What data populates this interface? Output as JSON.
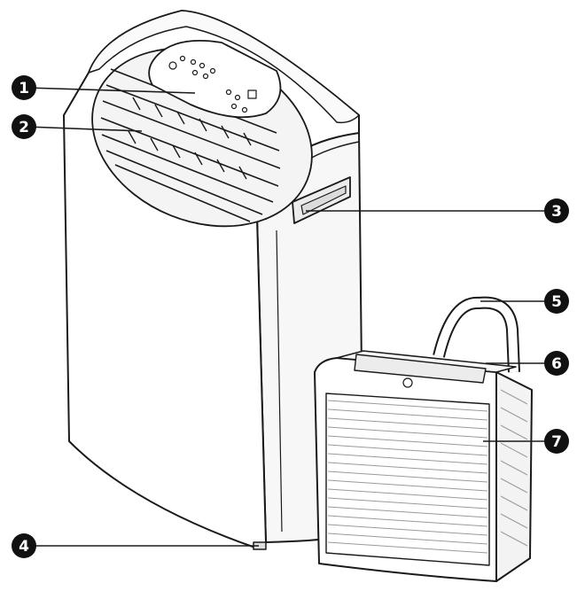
{
  "colors": {
    "line": "#1a1a1a",
    "fill": "#ffffff",
    "callout_fill": "#111111",
    "callout_text": "#ffffff",
    "grille_line": "#9a9a9a"
  },
  "callouts": [
    {
      "id": "1",
      "label": "1",
      "part": "control-panel"
    },
    {
      "id": "2",
      "label": "2",
      "part": "air-louvers"
    },
    {
      "id": "3",
      "label": "3",
      "part": "side-handle"
    },
    {
      "id": "4",
      "label": "4",
      "part": "castor-wheel"
    },
    {
      "id": "5",
      "label": "5",
      "part": "exhaust-hose"
    },
    {
      "id": "6",
      "label": "6",
      "part": "hose-adapter-top"
    },
    {
      "id": "7",
      "label": "7",
      "part": "front-grille"
    }
  ]
}
